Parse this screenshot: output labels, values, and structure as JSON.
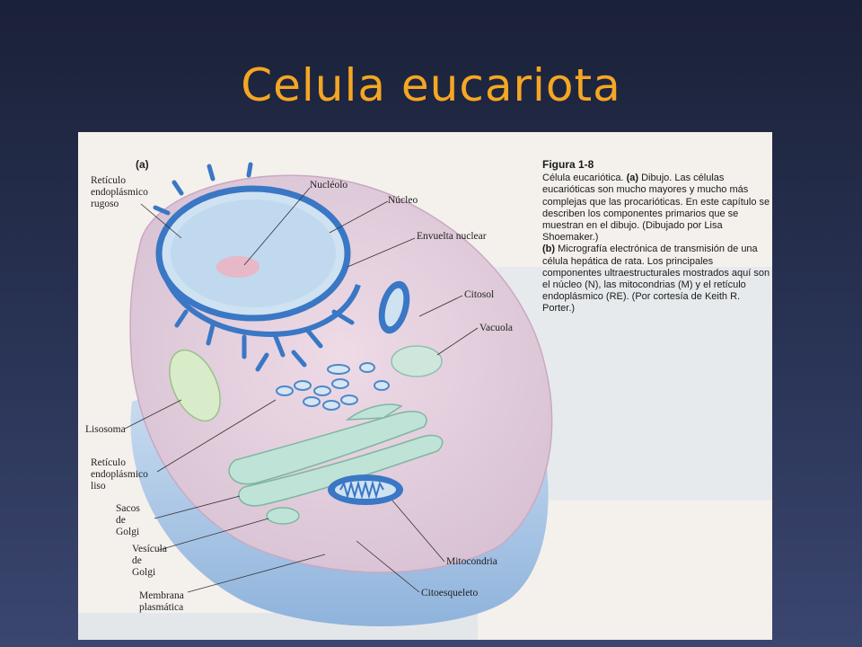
{
  "slide": {
    "title": "Celula eucariota"
  },
  "figure": {
    "panel_tag": "(a)",
    "caption": {
      "figure_number": "Figura 1-8",
      "lead": "Célula eucariótica.",
      "part_a_tag": "(a)",
      "part_a_text": "Dibujo. Las células eucarióticas son mucho mayores y mucho más complejas que las procarióticas. En este capítulo se describen los componentes primarios que se muestran en el dibujo. (Dibujado por Lisa Shoemaker.)",
      "part_b_tag": "(b)",
      "part_b_text": "Micrografía electrónica de transmisión de una célula hepática de rata. Los principales componentes ultraestructurales mostrados aquí son el núcleo (N), las mitocondrias (M) y el retículo endoplásmico (RE). (Por cortesía de Keith R. Porter.)"
    },
    "labels": {
      "rer": "Retículo\nendoplásmico\nrugoso",
      "nucleolus": "Nucléolo",
      "nucleus": "Núcleo",
      "nuclear_envelope": "Envuelta nuclear",
      "cytosol": "Citosol",
      "vacuole": "Vacuola",
      "lysosome": "Lisosoma",
      "ser": "Retículo\nendoplásmico\nliso",
      "golgi_sacs": "Sacos\nde\nGolgi",
      "golgi_vesicle": "Vesícula\nde\nGolgi",
      "plasma_membrane": "Membrana\nplasmática",
      "mitochondria": "Mitocondria",
      "cytoskeleton": "Citoesqueleto"
    },
    "colors": {
      "title": "#f5a623",
      "cytoplasm": "#e6d3e0",
      "membrane_base": "#a9c6e6",
      "organelle_blue": "#3a77c4",
      "golgi_green": "#bfe3d6"
    }
  }
}
